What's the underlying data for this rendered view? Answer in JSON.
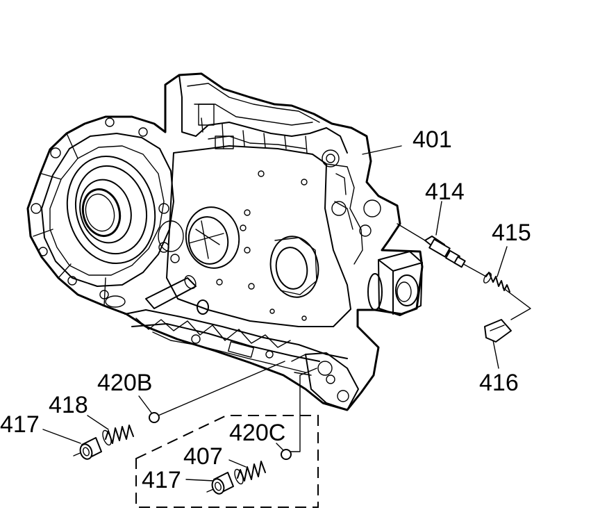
{
  "callouts": {
    "c401": "401",
    "c414": "414",
    "c415": "415",
    "c416": "416",
    "c420b": "420B",
    "c418": "418",
    "c417a": "417",
    "c420c": "420C",
    "c407": "407",
    "c417b": "417"
  }
}
